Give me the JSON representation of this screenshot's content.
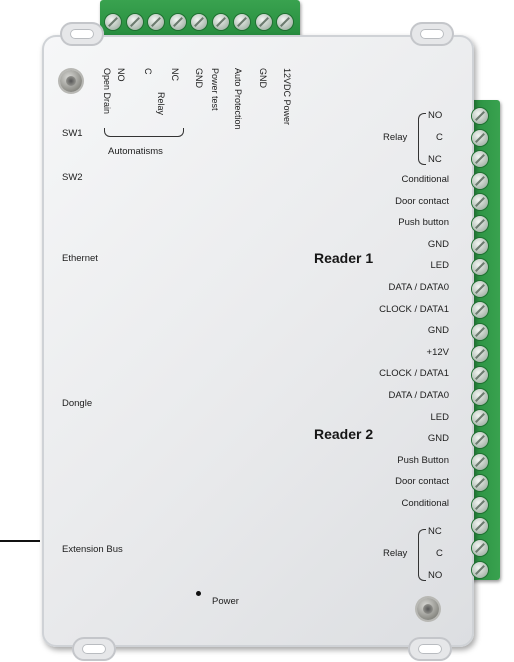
{
  "top_labels": [
    "NC",
    "C",
    "NO",
    "Relay",
    "GND",
    "Power test",
    "Auto Protection",
    "GND",
    "12VDC Power"
  ],
  "open_drain": "Open Drain",
  "automatisms": "Automatisms",
  "left_labels": {
    "sw1": "SW1",
    "sw2": "SW2",
    "ethernet": "Ethernet",
    "dongle": "Dongle",
    "extension_bus": "Extension Bus",
    "power": "Power"
  },
  "reader1_title": "Reader 1",
  "reader2_title": "Reader 2",
  "relay_top": {
    "label": "Relay",
    "no": "NO",
    "c": "C",
    "nc": "NC"
  },
  "right_labels": [
    "Conditional",
    "Door contact",
    "Push button",
    "GND",
    "LED",
    "DATA / DATA0",
    "CLOCK / DATA1",
    "GND",
    "+12V",
    "CLOCK / DATA1",
    "DATA / DATA0",
    "LED",
    "GND",
    "Push Button",
    "Door contact",
    "Conditional"
  ],
  "relay_bottom": {
    "label": "Relay",
    "nc": "NC",
    "c": "C",
    "no": "NO"
  },
  "colors": {
    "terminal_green": "#2f9a46",
    "board": "#eceef0"
  }
}
